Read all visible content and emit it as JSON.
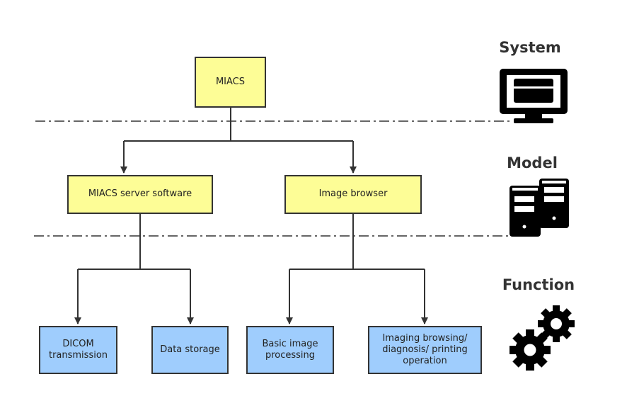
{
  "layers": {
    "system": "System",
    "model": "Model",
    "function": "Function"
  },
  "nodes": {
    "miacs": "MIACS",
    "server_software": "MIACS server software",
    "image_browser": "Image browser",
    "dicom": "DICOM transmission",
    "data_storage": "Data storage",
    "basic_processing": "Basic image processing",
    "imaging_ops": "Imaging browsing/ diagnosis/ printing operation"
  },
  "icons": {
    "system": "computer-monitor-icon",
    "model": "server-towers-icon",
    "function": "gears-icon"
  },
  "colors": {
    "top_level_box": "#fdfd96",
    "function_box": "#9fcdfd",
    "line": "#333333",
    "icon": "#000000"
  }
}
